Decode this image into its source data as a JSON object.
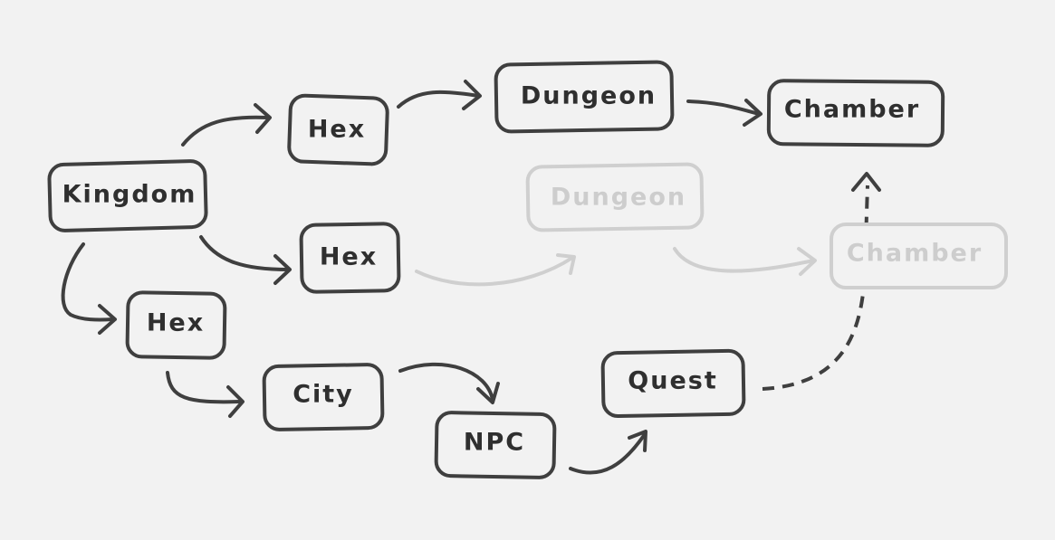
{
  "nodes": {
    "kingdom": {
      "label": "Kingdom"
    },
    "hex_top": {
      "label": "Hex"
    },
    "dungeon_top": {
      "label": "Dungeon"
    },
    "chamber_top": {
      "label": "Chamber"
    },
    "hex_middle": {
      "label": "Hex"
    },
    "dungeon_faded": {
      "label": "Dungeon"
    },
    "chamber_faded": {
      "label": "Chamber"
    },
    "hex_bottom": {
      "label": "Hex"
    },
    "city": {
      "label": "City"
    },
    "npc": {
      "label": "NPC"
    },
    "quest": {
      "label": "Quest"
    }
  },
  "colors": {
    "background": "#f2f2f2",
    "stroke": "#3f3f3f",
    "faded": "#cfcfcf",
    "text": "#2f2f2f"
  }
}
